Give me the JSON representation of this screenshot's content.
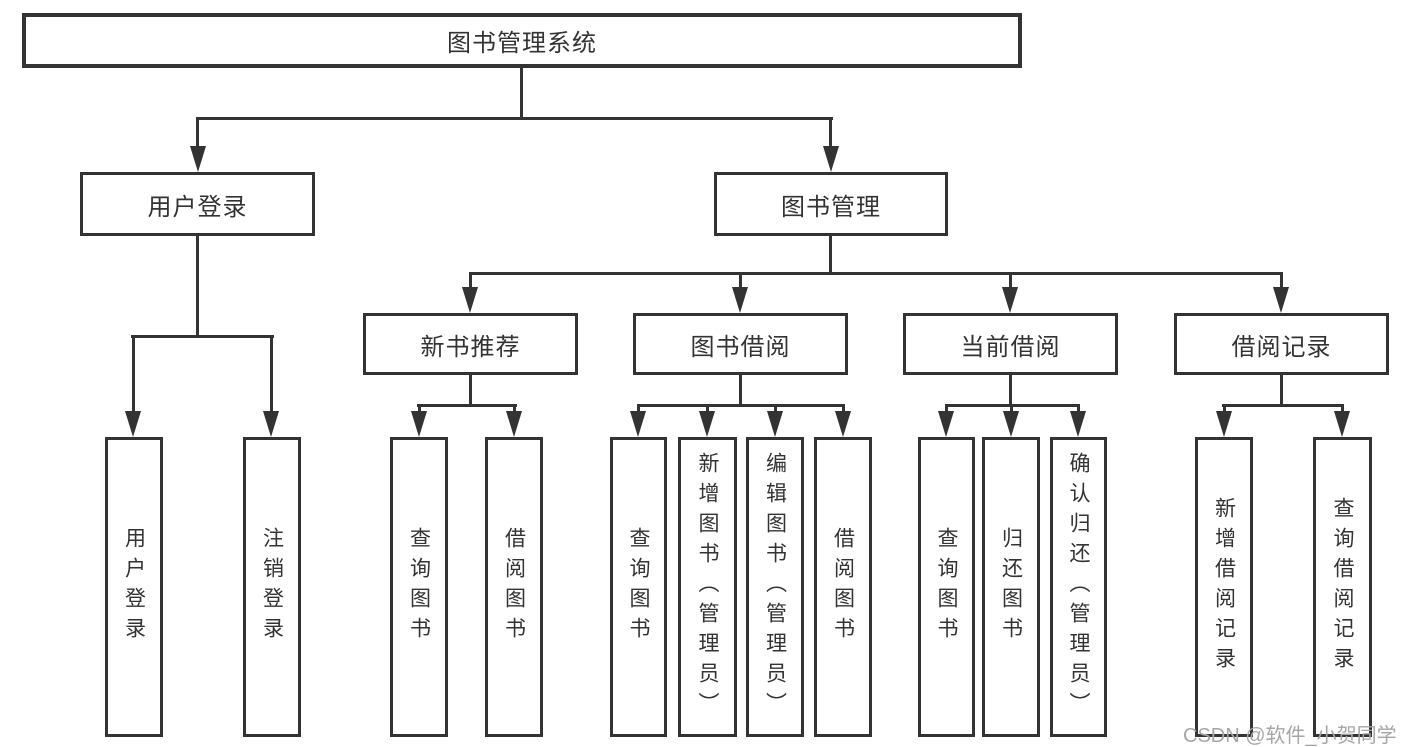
{
  "diagram": {
    "title": "图书管理系统",
    "tree": {
      "label": "图书管理系统",
      "children": [
        {
          "label": "用户登录",
          "children": [
            {
              "label": "用户登录"
            },
            {
              "label": "注销登录"
            }
          ]
        },
        {
          "label": "图书管理",
          "children": [
            {
              "label": "新书推荐",
              "children": [
                {
                  "label": "查询图书"
                },
                {
                  "label": "借阅图书"
                }
              ]
            },
            {
              "label": "图书借阅",
              "children": [
                {
                  "label": "查询图书"
                },
                {
                  "label": "新增图书（管理员）"
                },
                {
                  "label": "编辑图书（管理员）"
                },
                {
                  "label": "借阅图书"
                }
              ]
            },
            {
              "label": "当前借阅",
              "children": [
                {
                  "label": "查询图书"
                },
                {
                  "label": "归还图书"
                },
                {
                  "label": "确认归还（管理员）"
                }
              ]
            },
            {
              "label": "借阅记录",
              "children": [
                {
                  "label": "新增借阅记录"
                },
                {
                  "label": "查询借阅记录"
                }
              ]
            }
          ]
        }
      ]
    }
  },
  "watermark": {
    "text": "CSDN @软件_小贺同学"
  },
  "colors": {
    "line": "#333333",
    "text": "#333333",
    "box_fill": "#ffffff",
    "background": "#ffffff",
    "watermark": "#a6a6a6"
  }
}
